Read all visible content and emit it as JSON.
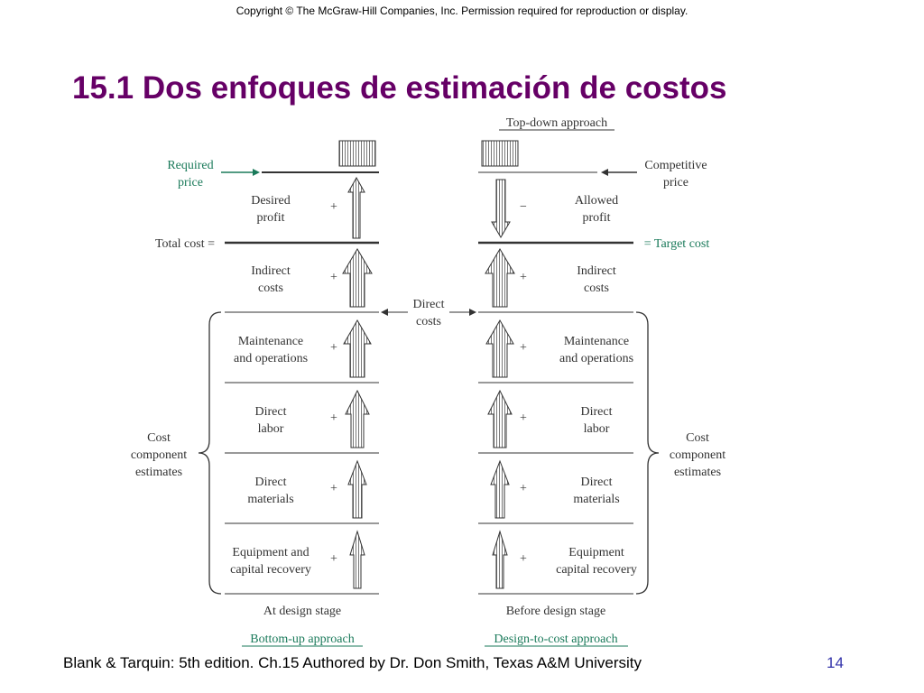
{
  "header": {
    "copyright": "Copyright © The McGraw-Hill Companies, Inc. Permission required for reproduction or display.",
    "title": "15.1 Dos enfoques de estimación de costos"
  },
  "footer": {
    "text": "Blank & Tarquin: 5th edition. Ch.15 Authored by Dr. Don Smith, Texas A&M University",
    "page": "14"
  },
  "diagram": {
    "left": {
      "required_price": [
        "Required",
        "price"
      ],
      "desired_profit": [
        "Desired",
        "profit"
      ],
      "total_cost": "Total cost =",
      "indirect_costs": [
        "Indirect",
        "costs"
      ],
      "maintenance": [
        "Maintenance",
        "and operations"
      ],
      "direct_labor": [
        "Direct",
        "labor"
      ],
      "direct_materials": [
        "Direct",
        "materials"
      ],
      "equipment": [
        "Equipment and",
        "capital recovery"
      ],
      "stage": "At design stage",
      "approach": "Bottom-up approach",
      "cost_component": [
        "Cost",
        "component",
        "estimates"
      ]
    },
    "center": {
      "direct_costs": [
        "Direct",
        "costs"
      ],
      "top_down": "Top-down approach"
    },
    "right": {
      "competitive_price": [
        "Competitive",
        "price"
      ],
      "allowed_profit": [
        "Allowed",
        "profit"
      ],
      "target_cost": "= Target cost",
      "indirect_costs": [
        "Indirect",
        "costs"
      ],
      "maintenance": [
        "Maintenance",
        "and operations"
      ],
      "direct_labor": [
        "Direct",
        "labor"
      ],
      "direct_materials": [
        "Direct",
        "materials"
      ],
      "equipment": [
        "Equipment",
        "capital recovery"
      ],
      "stage": "Before design stage",
      "approach": "Design-to-cost approach",
      "cost_component": [
        "Cost",
        "component",
        "estimates"
      ]
    },
    "signs": {
      "plus": "+",
      "minus": "−"
    },
    "colors": {
      "title": "#660066",
      "accent_green": "#1a7a5a",
      "page_number": "#3333aa"
    }
  }
}
